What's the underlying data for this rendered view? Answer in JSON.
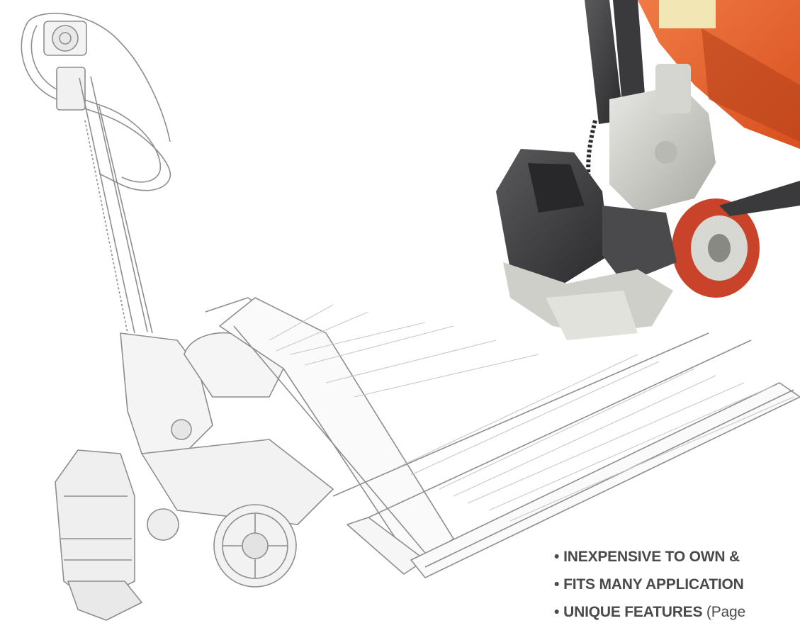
{
  "features": [
    {
      "bullet": "•",
      "label": "INEXPENSIVE TO OWN &",
      "note": ""
    },
    {
      "bullet": "•",
      "label": "FITS MANY APPLICATION",
      "note": ""
    },
    {
      "bullet": "•",
      "label": "UNIQUE FEATURES",
      "note": " (Page"
    }
  ],
  "colors": {
    "text": "#4a4a4c",
    "accent_orange": "#e8612c",
    "wheel_red": "#c9422a",
    "drive_unit_dark": "#3a3a3c",
    "line_art": "#9a9a9a"
  }
}
